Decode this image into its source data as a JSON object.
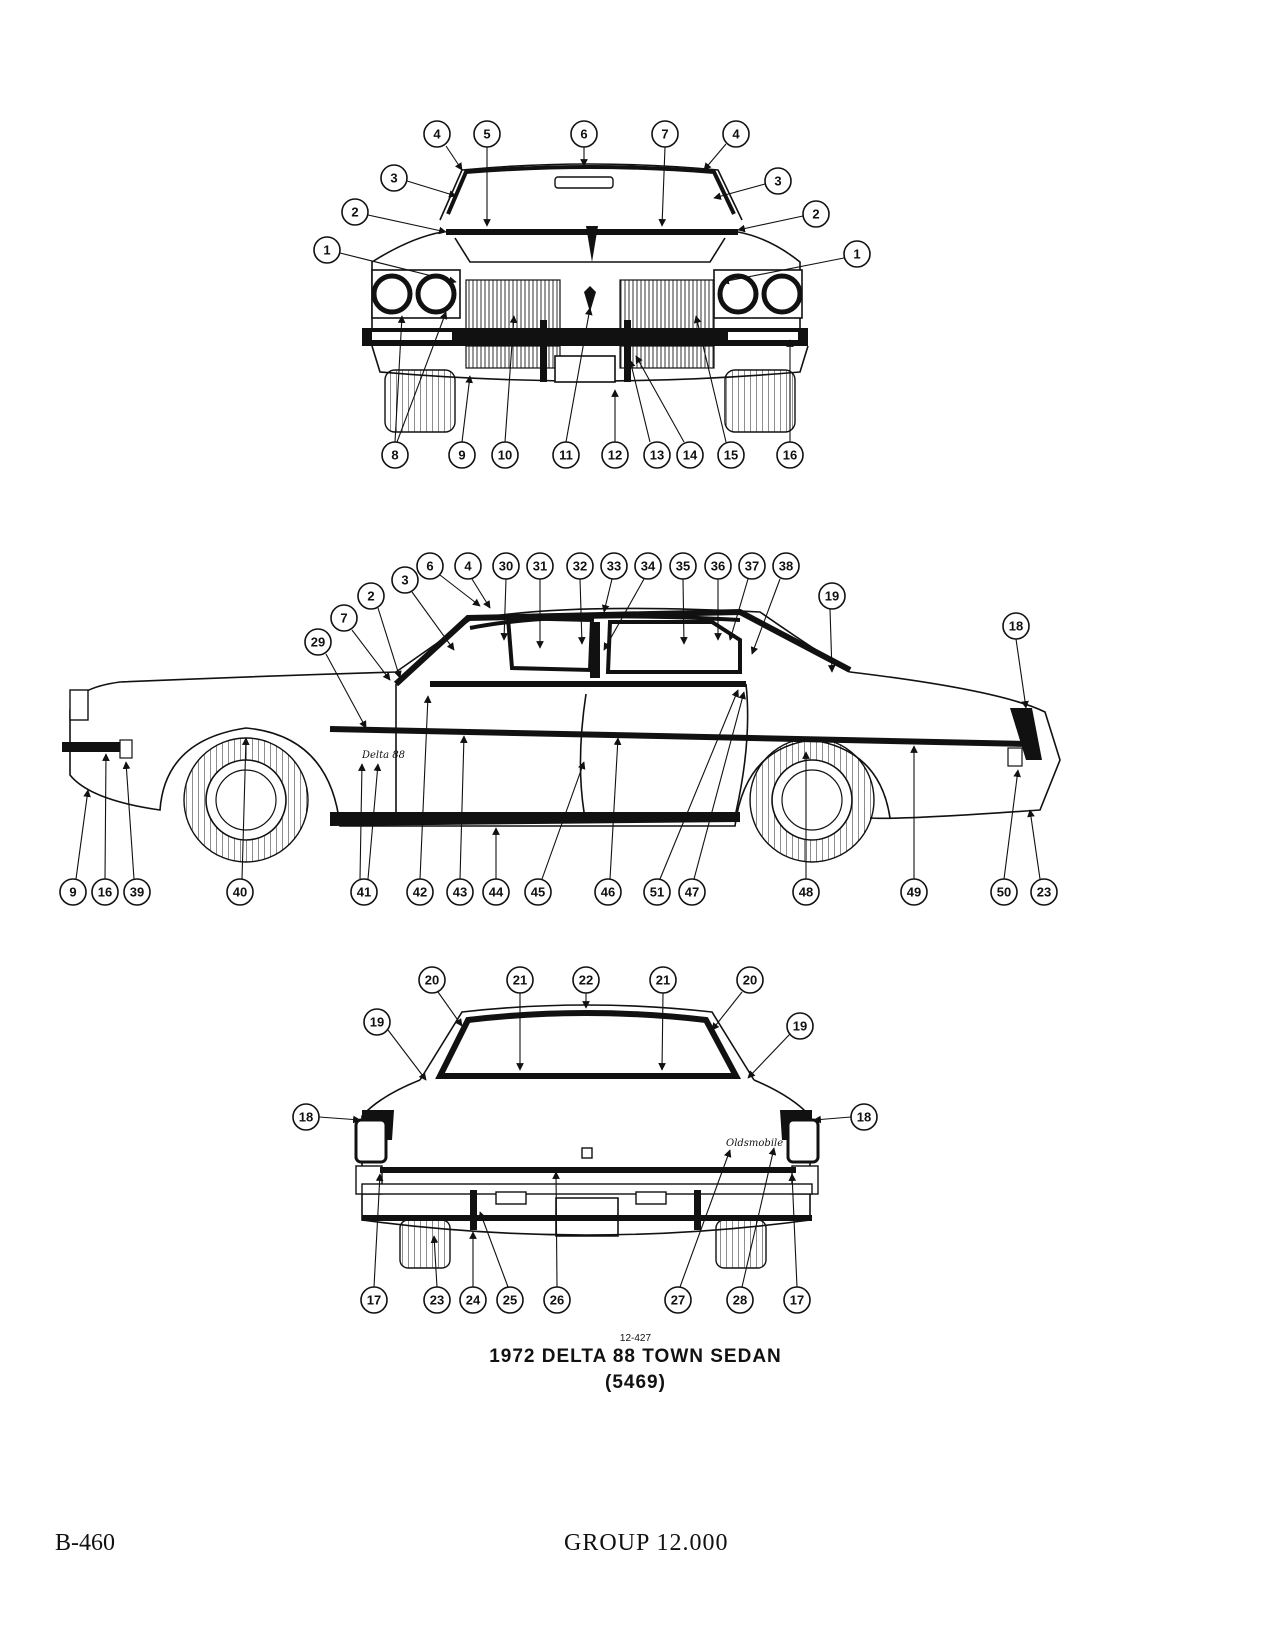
{
  "figure": {
    "code": "12-427",
    "title": "1972 DELTA 88 TOWN SEDAN",
    "model": "(5469)"
  },
  "page": {
    "number": "B-460",
    "group": "GROUP 12.000"
  },
  "views": {
    "front": {
      "callouts": [
        "1",
        "1",
        "2",
        "2",
        "3",
        "3",
        "4",
        "4",
        "5",
        "6",
        "7",
        "8",
        "9",
        "10",
        "11",
        "12",
        "13",
        "14",
        "15",
        "16"
      ]
    },
    "side": {
      "callouts": [
        "2",
        "3",
        "4",
        "6",
        "7",
        "9",
        "16",
        "18",
        "19",
        "23",
        "29",
        "30",
        "31",
        "32",
        "33",
        "34",
        "35",
        "36",
        "37",
        "38",
        "39",
        "40",
        "41",
        "42",
        "43",
        "44",
        "45",
        "46",
        "47",
        "48",
        "49",
        "50",
        "51"
      ],
      "script_badge": "Delta 88"
    },
    "rear": {
      "callouts": [
        "17",
        "17",
        "18",
        "18",
        "19",
        "19",
        "20",
        "20",
        "21",
        "21",
        "22",
        "23",
        "24",
        "25",
        "26",
        "27",
        "28"
      ],
      "script_badge": "Oldsmobile"
    }
  }
}
